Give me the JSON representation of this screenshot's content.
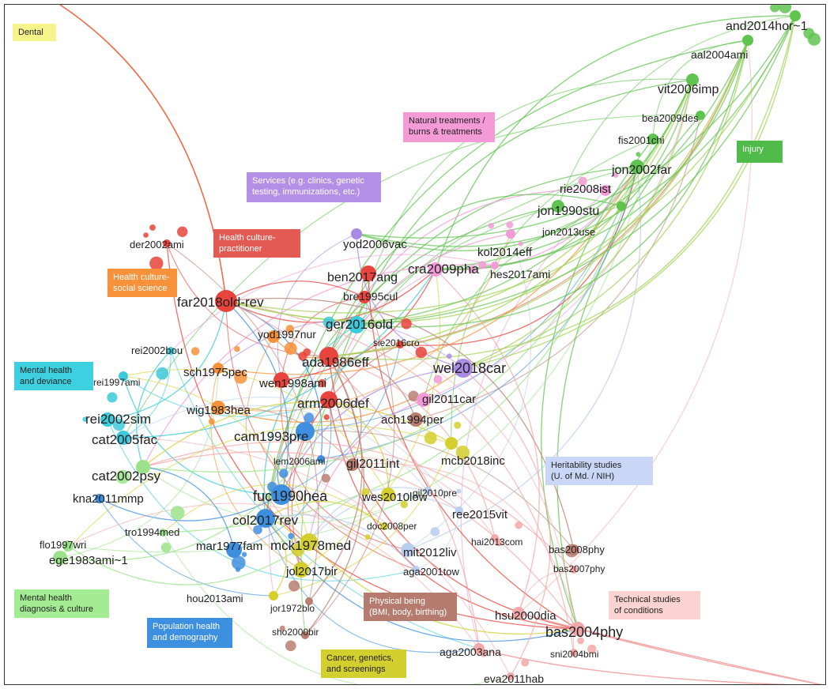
{
  "clusters": [
    {
      "id": "dental",
      "label": "Dental",
      "color": "#f7f48c",
      "text": "#222"
    },
    {
      "id": "injury",
      "label": "Injury",
      "color": "#4fbb4a",
      "text": "#fff"
    },
    {
      "id": "natural",
      "label": "Natural treatments /\nburns & treatments",
      "color": "#f49ad6",
      "text": "#222"
    },
    {
      "id": "services",
      "label": "Services (e.g. clinics, genetic\ntesting, immunizations, etc.)",
      "color": "#b48fe6",
      "text": "#fff"
    },
    {
      "id": "practitioner",
      "label": "Health culture-\npractitioner",
      "color": "#e35a52",
      "text": "#fff"
    },
    {
      "id": "socsci",
      "label": "Health culture-\nsocial science",
      "color": "#f7913a",
      "text": "#fff"
    },
    {
      "id": "mental_dev",
      "label": "Mental health\nand deviance",
      "color": "#3cd0e0",
      "text": "#222"
    },
    {
      "id": "heritability",
      "label": "Heritability studies\n(U. of Md. / NIH)",
      "color": "#c9d6f5",
      "text": "#222"
    },
    {
      "id": "mental_diag",
      "label": "Mental health\ndiagnosis & culture",
      "color": "#a4ec93",
      "text": "#222"
    },
    {
      "id": "population",
      "label": "Population health\nand demography",
      "color": "#3d8fdf",
      "text": "#fff"
    },
    {
      "id": "physical",
      "label": "Physical being\n(BMI, body, birthing)",
      "color": "#b57b6f",
      "text": "#fff"
    },
    {
      "id": "cancer",
      "label": "Cancer, genetics,\nand screenings",
      "color": "#d3cf2e",
      "text": "#222"
    },
    {
      "id": "technical",
      "label": "Technical studies\nof conditions",
      "color": "#fbd3d0",
      "text": "#222"
    }
  ],
  "nodes": [
    {
      "label": "and2014hor~1",
      "cluster": "injury"
    },
    {
      "label": "aal2004ami",
      "cluster": "injury"
    },
    {
      "label": "vit2006imp",
      "cluster": "injury"
    },
    {
      "label": "bea2009des",
      "cluster": "injury"
    },
    {
      "label": "fis2001chi",
      "cluster": "injury"
    },
    {
      "label": "jon2002far",
      "cluster": "injury"
    },
    {
      "label": "rie2008ist",
      "cluster": "natural"
    },
    {
      "label": "jon1990stu",
      "cluster": "injury"
    },
    {
      "label": "jon2013use",
      "cluster": "injury"
    },
    {
      "label": "kol2014eff",
      "cluster": "natural"
    },
    {
      "label": "hes2017ami",
      "cluster": "natural"
    },
    {
      "label": "cra2009pha",
      "cluster": "natural"
    },
    {
      "label": "yod2006vac",
      "cluster": "services"
    },
    {
      "label": "ben2017ang",
      "cluster": "practitioner"
    },
    {
      "label": "bre1995cul",
      "cluster": "practitioner"
    },
    {
      "label": "der2002ami",
      "cluster": "practitioner"
    },
    {
      "label": "far2018old-rev",
      "cluster": "practitioner"
    },
    {
      "label": "ger2016old",
      "cluster": "mental_dev"
    },
    {
      "label": "yod1997nur",
      "cluster": "socsci"
    },
    {
      "label": "sie2016cro",
      "cluster": "practitioner"
    },
    {
      "label": "ada1986eff",
      "cluster": "practitioner"
    },
    {
      "label": "wel2018car",
      "cluster": "services"
    },
    {
      "label": "rei2002bou",
      "cluster": "mental_dev"
    },
    {
      "label": "rei1997ami",
      "cluster": "mental_dev"
    },
    {
      "label": "sch1975pec",
      "cluster": "socsci"
    },
    {
      "label": "wen1998ami",
      "cluster": "practitioner"
    },
    {
      "label": "wig1983hea",
      "cluster": "socsci"
    },
    {
      "label": "arm2006def",
      "cluster": "practitioner"
    },
    {
      "label": "gil2011car",
      "cluster": "natural"
    },
    {
      "label": "rei2002sim",
      "cluster": "mental_dev"
    },
    {
      "label": "ach1994per",
      "cluster": "physical"
    },
    {
      "label": "cat2005fac",
      "cluster": "mental_dev"
    },
    {
      "label": "cam1993pre",
      "cluster": "population"
    },
    {
      "label": "lem2006ami",
      "cluster": "population"
    },
    {
      "label": "gil2011int",
      "cluster": "physical"
    },
    {
      "label": "mcb2018inc",
      "cluster": "cancer"
    },
    {
      "label": "cat2002psy",
      "cluster": "mental_diag"
    },
    {
      "label": "kna2011mmp",
      "cluster": "population"
    },
    {
      "label": "fuc1990hea",
      "cluster": "population"
    },
    {
      "label": "wes2010low",
      "cluster": "cancer"
    },
    {
      "label": "gil2010pre",
      "cluster": "heritability"
    },
    {
      "label": "ree2015vit",
      "cluster": "heritability"
    },
    {
      "label": "col2017rev",
      "cluster": "population"
    },
    {
      "label": "doc2008per",
      "cluster": "cancer"
    },
    {
      "label": "tro1994med",
      "cluster": "mental_diag"
    },
    {
      "label": "flo1997wri",
      "cluster": "mental_diag"
    },
    {
      "label": "ege1983ami~1",
      "cluster": "mental_diag"
    },
    {
      "label": "mar1977fam",
      "cluster": "population"
    },
    {
      "label": "mck1978med",
      "cluster": "cancer"
    },
    {
      "label": "mit2012liv",
      "cluster": "heritability"
    },
    {
      "label": "hai2013com",
      "cluster": "technical"
    },
    {
      "label": "bas2008phy",
      "cluster": "physical"
    },
    {
      "label": "aga2001tow",
      "cluster": "heritability"
    },
    {
      "label": "bas2007phy",
      "cluster": "technical"
    },
    {
      "label": "jol2017bir",
      "cluster": "cancer"
    },
    {
      "label": "hou2013ami",
      "cluster": "cancer"
    },
    {
      "label": "jor1972blo",
      "cluster": "physical"
    },
    {
      "label": "hsu2000dia",
      "cluster": "technical"
    },
    {
      "label": "bas2004phy",
      "cluster": "technical"
    },
    {
      "label": "sho2000bir",
      "cluster": "physical"
    },
    {
      "label": "aga2003ana",
      "cluster": "technical"
    },
    {
      "label": "sni2004bmi",
      "cluster": "technical"
    },
    {
      "label": "eva2011hab",
      "cluster": "technical"
    }
  ]
}
